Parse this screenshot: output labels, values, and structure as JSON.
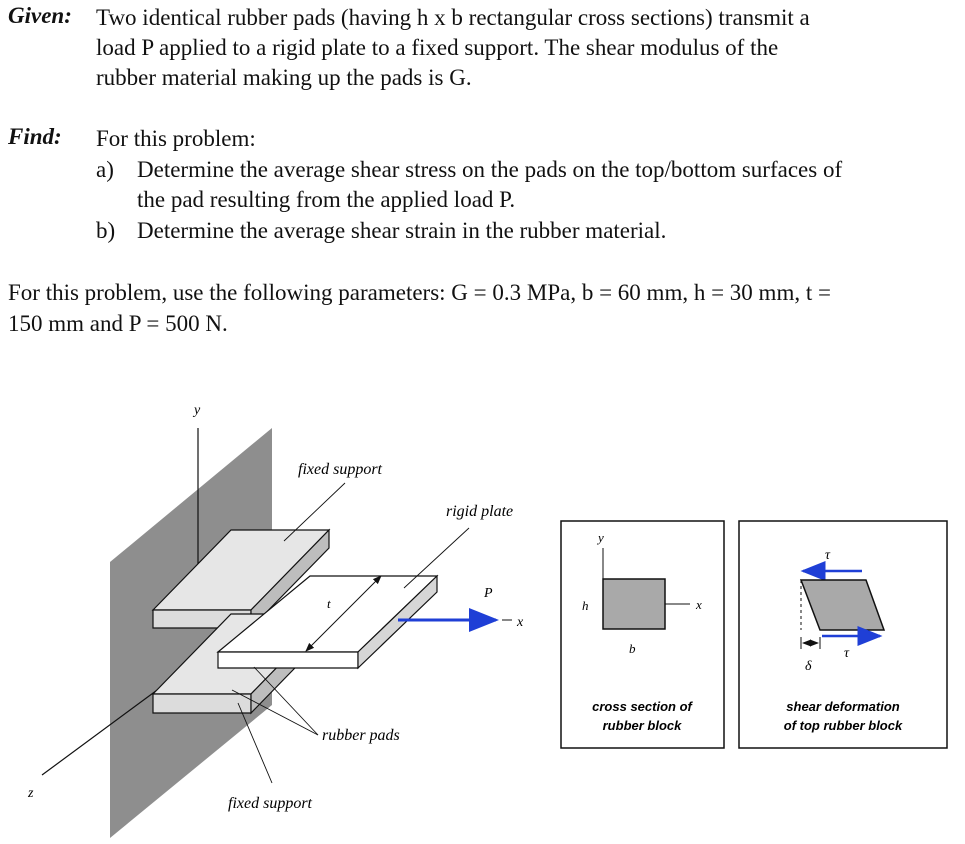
{
  "given": {
    "label": "Given",
    "line1": "Two identical rubber pads (having h x b rectangular cross sections) transmit a",
    "line2": "load P applied to a rigid plate to a fixed support. The shear modulus of the",
    "line3": "rubber material making up the pads is G."
  },
  "find": {
    "label": "Find",
    "intro": "For this problem:",
    "a_marker": "a)",
    "a_line1": "Determine the average shear stress on the pads on the top/bottom surfaces of",
    "a_line2": "the pad resulting from the applied load P.",
    "b_marker": "b)",
    "b_line1": "Determine the average shear strain in the rubber material."
  },
  "params": {
    "line1": "For this problem, use the following parameters: G = 0.3 MPa, b = 60 mm, h = 30 mm, t =",
    "line2": "150 mm and P = 500 N."
  },
  "figure": {
    "axis_y": "y",
    "axis_z": "z",
    "axis_x": "x",
    "load_P": "P",
    "thickness_t": "t",
    "fixed_support_top": "fixed support",
    "rigid_plate": "rigid plate",
    "rubber_pads": "rubber pads",
    "fixed_support_bottom": "fixed support",
    "cross_section": {
      "y": "y",
      "x": "x",
      "h": "h",
      "b": "b",
      "caption1": "cross section of",
      "caption2": "rubber block"
    },
    "shear": {
      "tau_top": "τ",
      "tau_bottom": "τ",
      "delta": "δ",
      "caption1": "shear deformation",
      "caption2": "of top rubber block"
    },
    "colors": {
      "support": "#8e8e8e",
      "pad_top": "#e6e6e6",
      "pad_side": "#bdbdbd",
      "arrow": "#1f3fd6"
    }
  }
}
